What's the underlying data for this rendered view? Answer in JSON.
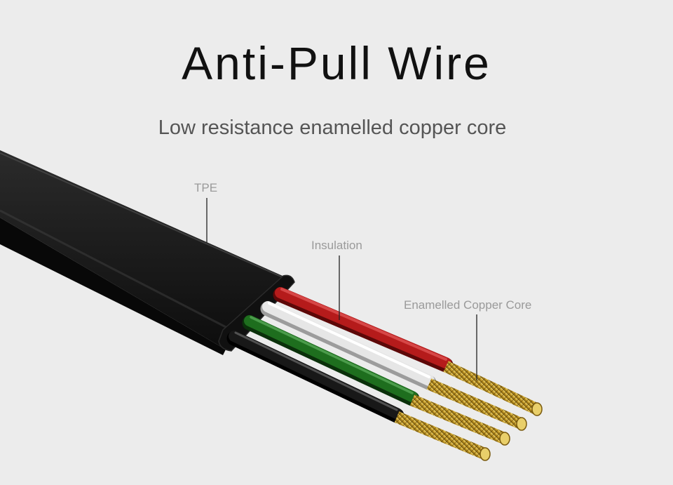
{
  "title": "Anti-Pull Wire",
  "subtitle": "Low resistance enamelled copper core",
  "callouts": {
    "tpe": "TPE",
    "insulation": "Insulation",
    "core": "Enamelled Copper Core"
  },
  "colors": {
    "background": "#ececec",
    "jacket": "#141414",
    "wire_red": "#b01818",
    "wire_white": "#e8e8e8",
    "wire_green": "#1d6a1d",
    "wire_black": "#151515",
    "copper": "#c8a02a"
  }
}
